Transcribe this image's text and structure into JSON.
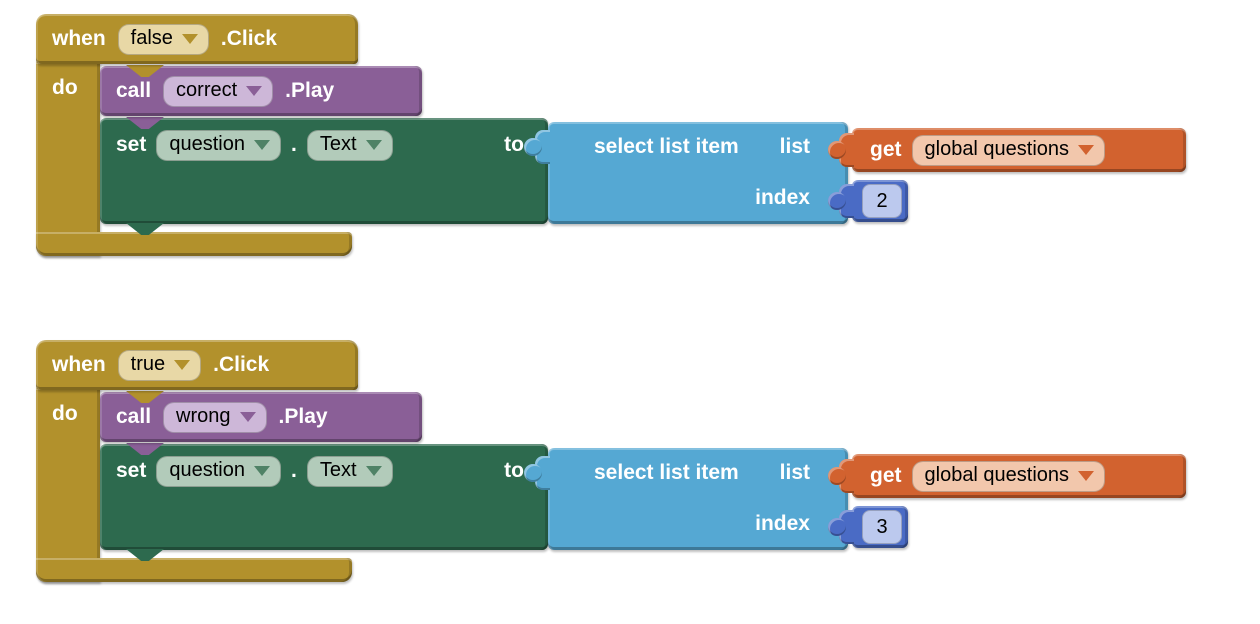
{
  "workspace": {
    "background": "#ffffff",
    "description": "MIT App Inventor blocks editor workspace"
  },
  "colors": {
    "event_block": "#b2912c",
    "event_field": "#e8d8a6",
    "call_block": "#8a5f97",
    "call_field": "#cdb7d8",
    "set_block": "#2d6a4e",
    "set_field": "#b2cbba",
    "set_arrow": "#4f8266",
    "list_block": "#55a8d3",
    "get_block": "#d2622f",
    "get_field": "#f2c7ac",
    "number_block": "#4a6bc5",
    "number_field": "#bcc9ee",
    "label_text": "#ffffff",
    "field_text": "#000000"
  },
  "stacks": [
    {
      "when": {
        "label": "when",
        "component": "false",
        "event": ".Click"
      },
      "do_label": "do",
      "call": {
        "label": "call",
        "component": "correct",
        "method": ".Play"
      },
      "set": {
        "label": "set",
        "component": "question",
        "separator": ".",
        "property": "Text",
        "to": "to"
      },
      "select": {
        "label": "select list item",
        "list_label": "list",
        "index_label": "index"
      },
      "get": {
        "label": "get",
        "variable": "global questions"
      },
      "index_value": "2"
    },
    {
      "when": {
        "label": "when",
        "component": "true",
        "event": ".Click"
      },
      "do_label": "do",
      "call": {
        "label": "call",
        "component": "wrong",
        "method": ".Play"
      },
      "set": {
        "label": "set",
        "component": "question",
        "separator": ".",
        "property": "Text",
        "to": "to"
      },
      "select": {
        "label": "select list item",
        "list_label": "list",
        "index_label": "index"
      },
      "get": {
        "label": "get",
        "variable": "global questions"
      },
      "index_value": "3"
    }
  ]
}
